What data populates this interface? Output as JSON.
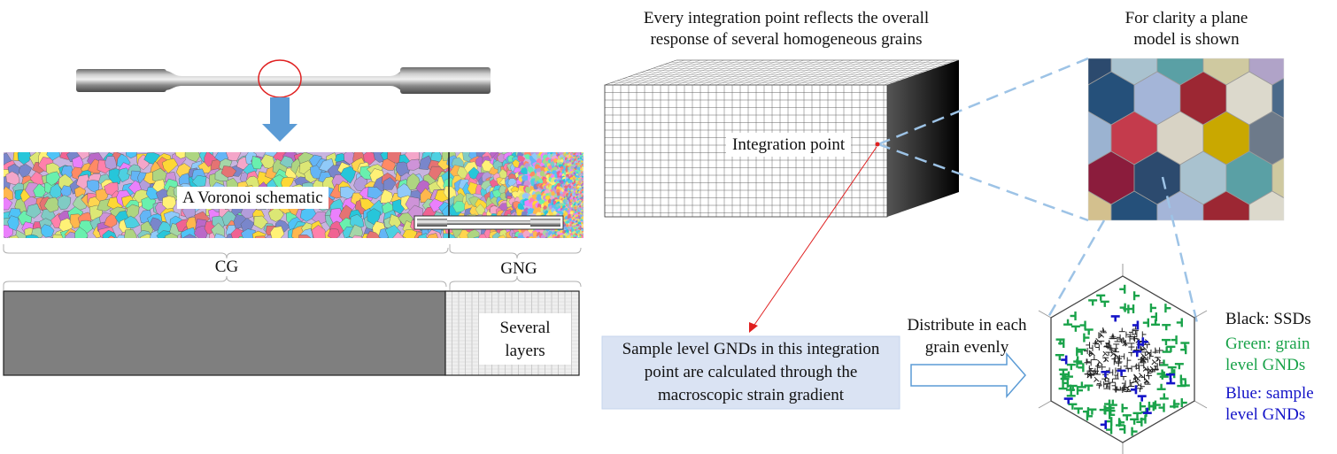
{
  "left_panel": {
    "voronoi_label": "A Voronoi schematic",
    "cg_label": "CG",
    "gng_label": "GNG",
    "layers_label_line1": "Several",
    "layers_label_line2": "layers"
  },
  "mesh_panel": {
    "title_line1": "Every integration point reflects the overall",
    "title_line2": "response of several homogeneous grains",
    "integration_point_label": "Integration point"
  },
  "plane_panel": {
    "title_line1": "For clarity a plane",
    "title_line2": "model is shown"
  },
  "gnd_box": {
    "line1": "Sample level GNDs in this integration",
    "line2": "point are calculated through the",
    "line3": "macroscopic strain gradient"
  },
  "distribute": {
    "line1": "Distribute in each",
    "line2": "grain evenly"
  },
  "legend": {
    "black_label": "Black: SSDs",
    "green_line1": "Green: grain",
    "green_line2": "level GNDs",
    "blue_line1": "Blue: sample",
    "blue_line2": "level GNDs",
    "colors": {
      "black": "#111111",
      "green": "#1aa34a",
      "blue": "#1414c8"
    }
  },
  "colors": {
    "arrow_blue": "#5b9bd5",
    "dash_blue": "#9dc3e6",
    "box_fill": "#dae3f3",
    "box_border": "#b4c7e7",
    "red": "#e02020",
    "cg_gray": "#7f7f7f"
  }
}
